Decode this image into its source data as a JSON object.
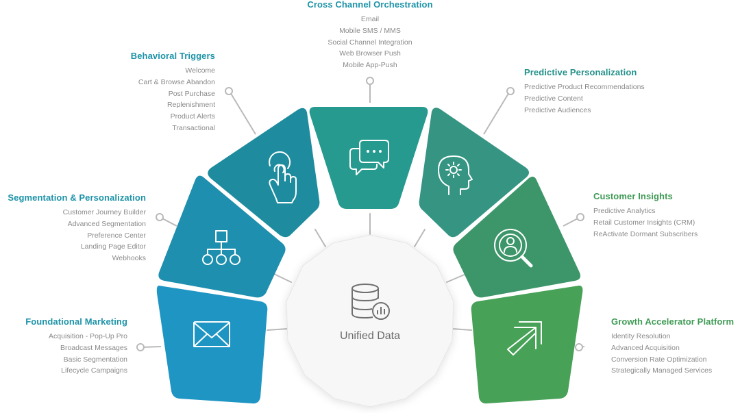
{
  "center": {
    "label": "Unified Data",
    "icon": "database-chart-icon"
  },
  "segments": [
    {
      "title": "Foundational Marketing",
      "icon": "envelope-icon",
      "color": "#1f95c4",
      "items": [
        "Acquisition - Pop-Up Pro",
        "Broadcast Messages",
        "Basic Segmentation",
        "Lifecycle Campaigns"
      ]
    },
    {
      "title": "Segmentation & Personalization",
      "icon": "org-chart-icon",
      "color": "#1e8fae",
      "items": [
        "Customer Journey Builder",
        "Advanced Segmentation",
        "Preference Center",
        "Landing Page Editor",
        "Webhooks"
      ]
    },
    {
      "title": "Behavioral Triggers",
      "icon": "hand-pointer-icon",
      "color": "#1e8c9e",
      "items": [
        "Welcome",
        "Cart & Browse Abandon",
        "Post Purchase",
        "Replenishment",
        "Product Alerts",
        "Transactional"
      ]
    },
    {
      "title": "Cross Channel Orchestration",
      "icon": "chat-bubbles-icon",
      "color": "#269a8f",
      "items": [
        "Email",
        "Mobile SMS / MMS",
        "Social Channel Integration",
        "Web Browser Push",
        "Mobile App-Push"
      ]
    },
    {
      "title": "Predictive Personalization",
      "icon": "head-gear-icon",
      "color": "#359582",
      "items": [
        "Predictive Product Recommendations",
        "Predictive Content",
        "Predictive Audiences"
      ]
    },
    {
      "title": "Customer Insights",
      "icon": "magnifier-user-icon",
      "color": "#3c9669",
      "items": [
        "Predictive Analytics",
        "Retail Customer Insights (CRM)",
        "ReActivate Dormant Subscribers"
      ]
    },
    {
      "title": "Growth Accelerator Platform",
      "icon": "arrow-growth-icon",
      "color": "#47a157",
      "items": [
        "Identity Resolution",
        "Advanced Acquisition",
        "Conversion Rate Optimization",
        "Strategically Managed Services"
      ]
    }
  ]
}
